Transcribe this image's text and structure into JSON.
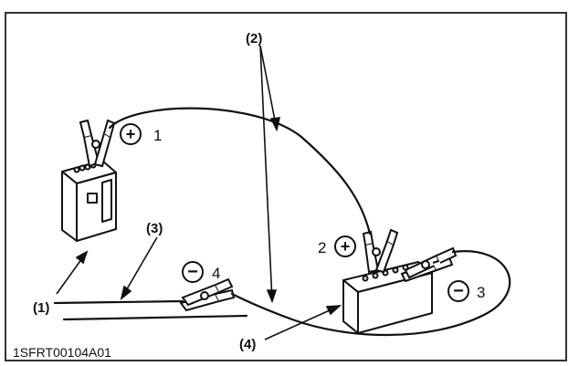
{
  "diagram": {
    "callouts": {
      "c1": "(1)",
      "c2": "(2)",
      "c3": "(3)",
      "c4": "(4)"
    },
    "terminals": {
      "t1": "1",
      "t2": "2",
      "t3": "3",
      "t4": "4"
    },
    "symbols": {
      "plus": "+",
      "minus": "−"
    },
    "figure_code": "1SFRT00104A01",
    "colors": {
      "line": "#111111",
      "background": "#ffffff",
      "frame": "#333333"
    }
  }
}
